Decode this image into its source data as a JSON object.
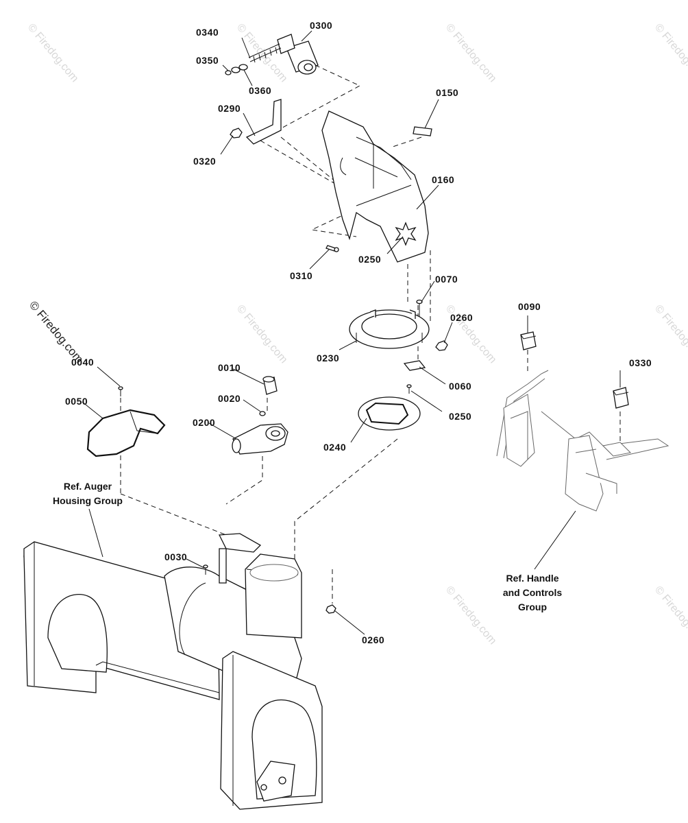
{
  "callouts": {
    "c0300": "0300",
    "c0340": "0340",
    "c0350": "0350",
    "c0360": "0360",
    "c0290": "0290",
    "c0320": "0320",
    "c0150": "0150",
    "c0160": "0160",
    "c0310": "0310",
    "c0250a": "0250",
    "c0070": "0070",
    "c0260a": "0260",
    "c0230": "0230",
    "c0060": "0060",
    "c0250b": "0250",
    "c0240": "0240",
    "c0010": "0010",
    "c0020": "0020",
    "c0200": "0200",
    "c0040": "0040",
    "c0050": "0050",
    "c0030": "0030",
    "c0260b": "0260",
    "c0090": "0090",
    "c0330": "0330"
  },
  "refs": {
    "auger_line1": "Ref. Auger",
    "auger_line2": "Housing Group",
    "handle_line1": "Ref. Handle",
    "handle_line2": "and Controls",
    "handle_line3": "Group"
  },
  "watermark": {
    "text": "© Firedog.com"
  }
}
